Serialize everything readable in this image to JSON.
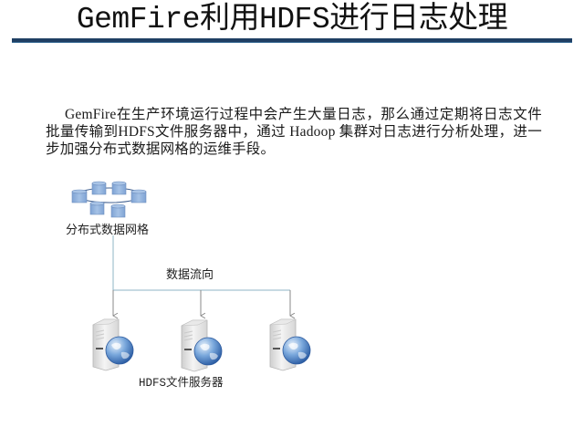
{
  "slide": {
    "title": "GemFire利用HDFS进行日志处理",
    "paragraph": "GemFire在生产环境运行过程中会产生大量日志，那么通过定期将日志文件批量传输到HDFS文件服务器中，通过 Hadoop 集群对日志进行分析处理，进一步加强分布式数据网格的运维手段。"
  },
  "diagram": {
    "source": {
      "label": "分布式数据网格",
      "icon": "database-cluster-icon",
      "node_count": 6
    },
    "flow_label": "数据流向",
    "targets": [
      {
        "icon": "web-server-icon"
      },
      {
        "icon": "web-server-icon"
      },
      {
        "icon": "web-server-icon"
      }
    ],
    "targets_label": "HDFS文件服务器"
  },
  "colors": {
    "title_rule": "#1f3f63",
    "cylinder_fill": "#8fb1dc",
    "cylinder_stroke": "#5f84b8",
    "ring_stroke": "#3f5f8f",
    "connector": "#8fb4c4",
    "server_body": "#e6e6e6",
    "globe": "#3f78c4"
  }
}
